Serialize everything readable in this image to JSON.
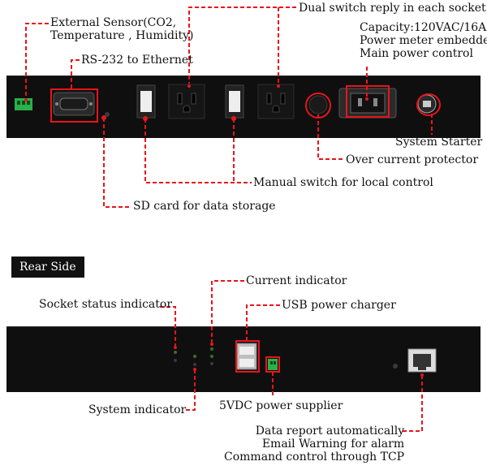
{
  "front": {
    "labels": {
      "external_sensor": [
        "External Sensor(CO2,",
        "Temperature , Humidity)"
      ],
      "rs232": "RS-232 to Ethernet",
      "dual_switch": "Dual switch reply in each socket",
      "capacity": [
        "Capacity:120VAC/16A",
        "Power meter embedded",
        "Main power control"
      ],
      "system_starter": "System Starter",
      "over_current": "Over current protector",
      "manual_switch": "Manual switch for local control",
      "sd_card": "SD card for data storage"
    }
  },
  "rear": {
    "section_title": "Rear Side",
    "labels": {
      "current_indicator": "Current indicator",
      "socket_status": "Socket status indicator",
      "usb_charger": "USB power charger",
      "system_indicator": "System indicator",
      "power_5vdc": "5VDC power supplier",
      "network": [
        "Data report automatically",
        "Email Warning for alarm",
        "Command control through TCP"
      ]
    }
  },
  "colors": {
    "callout": "#e8141c",
    "panel": "#0f0f0f",
    "terminal_green": "#2bb04a",
    "led_green": "#3f6b2a"
  }
}
